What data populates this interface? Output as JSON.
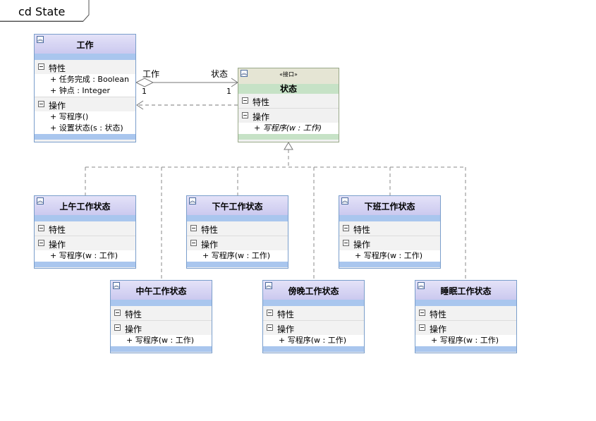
{
  "frame_title": "cd State",
  "classes": {
    "work": {
      "name": "工作",
      "attributes_label": "特性",
      "attributes": [
        "+ 任务完成 : Boolean",
        "+ 钟点 : Integer"
      ],
      "operations_label": "操作",
      "operations": [
        "+ 写程序()",
        "+ 设置状态(s : 状态)"
      ]
    },
    "state": {
      "stereotype": "«接口»",
      "name": "状态",
      "attributes_label": "特性",
      "operations_label": "操作",
      "operations": [
        "+ 写程序(w : 工作)"
      ]
    },
    "forenoon": {
      "name": "上午工作状态",
      "attributes_label": "特性",
      "operations_label": "操作",
      "operations": [
        "+ 写程序(w : 工作)"
      ]
    },
    "afternoon": {
      "name": "下午工作状态",
      "attributes_label": "特性",
      "operations_label": "操作",
      "operations": [
        "+ 写程序(w : 工作)"
      ]
    },
    "rest": {
      "name": "下班工作状态",
      "attributes_label": "特性",
      "operations_label": "操作",
      "operations": [
        "+ 写程序(w : 工作)"
      ]
    },
    "noon": {
      "name": "中午工作状态",
      "attributes_label": "特性",
      "operations_label": "操作",
      "operations": [
        "+ 写程序(w : 工作)"
      ]
    },
    "evening": {
      "name": "傍晚工作状态",
      "attributes_label": "特性",
      "operations_label": "操作",
      "operations": [
        "+ 写程序(w : 工作)"
      ]
    },
    "sleeping": {
      "name": "睡眠工作状态",
      "attributes_label": "特性",
      "operations_label": "操作",
      "operations": [
        "+ 写程序(w : 工作)"
      ]
    }
  },
  "association": {
    "source_role": "工作",
    "target_role": "状态",
    "source_multiplicity": "1",
    "target_multiplicity": "1"
  },
  "colors": {
    "class_border": "#7a9ecb",
    "class_header": "#cbc9ef",
    "class_stripe": "#a9c6ee",
    "interface_header": "#e5e5d4",
    "interface_band": "#c6e2c6"
  }
}
